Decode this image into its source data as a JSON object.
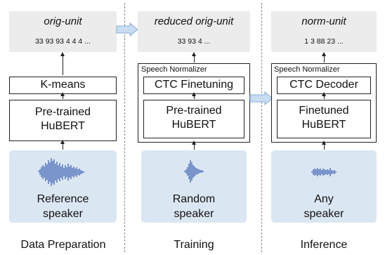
{
  "columns": {
    "prep": {
      "unit_title": "orig-unit",
      "unit_seq": "33 93 93 4 4 4 ...",
      "kmeans": "K-means",
      "hubert_l1": "Pre-trained",
      "hubert_l2": "HuBERT",
      "speaker_l1": "Reference",
      "speaker_l2": "speaker",
      "section": "Data Preparation"
    },
    "train": {
      "unit_title": "reduced orig-unit",
      "unit_seq": "33 93 4 ...",
      "normalizer": "Speech Normalizer",
      "ctc": "CTC Finetuning",
      "hubert_l1": "Pre-trained",
      "hubert_l2": "HuBERT",
      "speaker_l1": "Random",
      "speaker_l2": "speaker",
      "section": "Training"
    },
    "infer": {
      "unit_title": "norm-unit",
      "unit_seq": "1 3 88 23 ...",
      "normalizer": "Speech Normalizer",
      "ctc": "CTC Decoder",
      "hubert_l1": "Finetuned",
      "hubert_l2": "HuBERT",
      "speaker_l1": "Any",
      "speaker_l2": "speaker",
      "section": "Inference"
    }
  },
  "colors": {
    "speaker_bg": "#dbe6f3",
    "waveform": "#3a5fb0",
    "unit_bg": "#ececec",
    "flow_arrow": "#c8dcf2"
  }
}
